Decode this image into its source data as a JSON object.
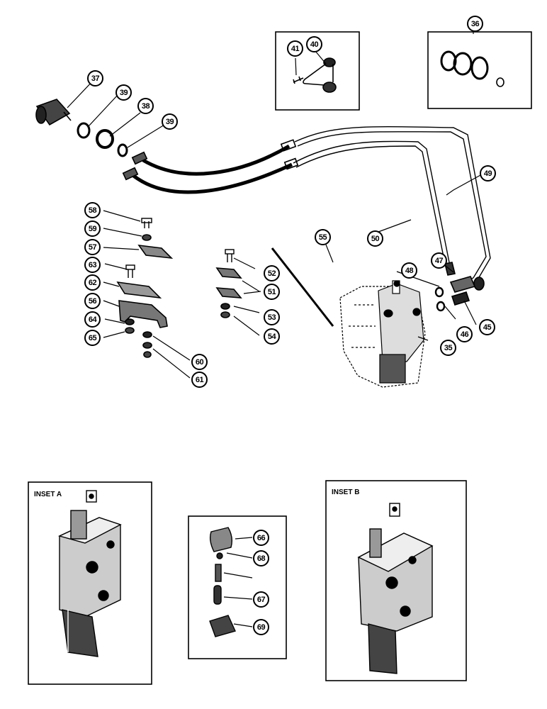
{
  "insets": {
    "a_title": "INSET A",
    "b_title": "INSET B"
  },
  "callouts": {
    "c35": "35",
    "c36": "36",
    "c37": "37",
    "c38": "38",
    "c39a": "39",
    "c39b": "39",
    "c40": "40",
    "c41": "41",
    "c45": "45",
    "c46": "46",
    "c47": "47",
    "c48": "48",
    "c49": "49",
    "c50": "50",
    "c51": "51",
    "c52": "52",
    "c53": "53",
    "c54": "54",
    "c55": "55",
    "c56": "56",
    "c57": "57",
    "c58": "58",
    "c59": "59",
    "c60": "60",
    "c61": "61",
    "c62": "62",
    "c63": "63",
    "c64": "64",
    "c65": "65",
    "c66": "66",
    "c67": "67",
    "c68": "68",
    "c69": "69"
  },
  "colors": {
    "ink": "#000000",
    "paper": "#ffffff"
  }
}
